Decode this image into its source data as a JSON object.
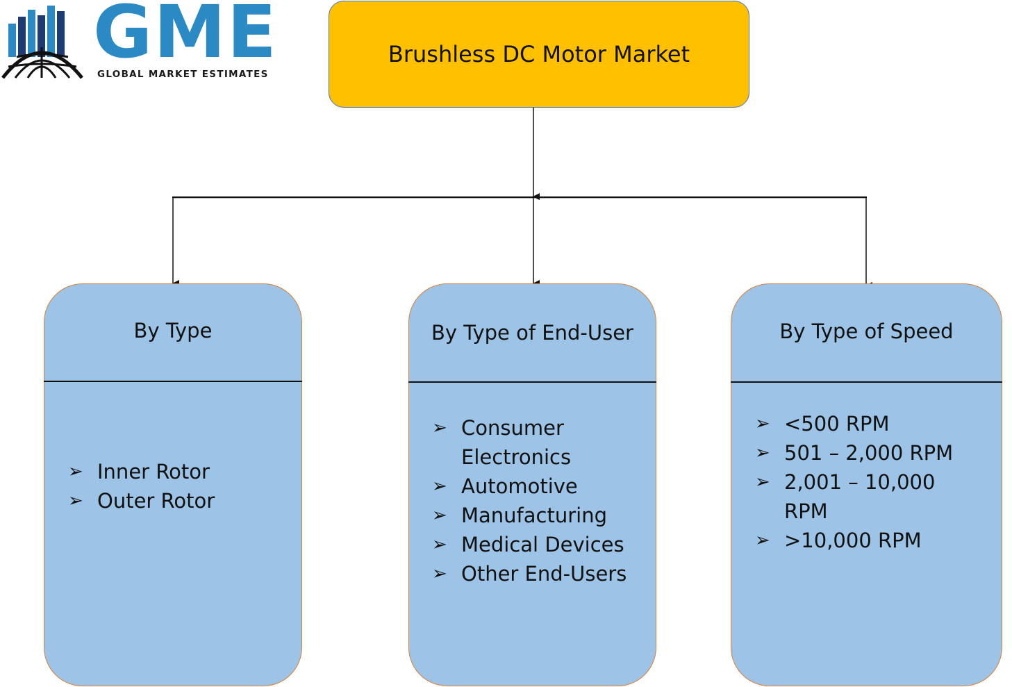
{
  "logo": {
    "letters": "GME",
    "tagline": "GLOBAL MARKET ESTIMATES",
    "icon": "globe-bar-chart-icon",
    "colors": {
      "primary": "#2b8ac4",
      "dark": "#1f3b73"
    }
  },
  "root": {
    "title": "Brushless DC Motor Market",
    "color": "#ffc000"
  },
  "bullet_icon": "arrowhead-bullet-icon",
  "categories": [
    {
      "title": "By Type",
      "items": [
        "Inner Rotor",
        "Outer Rotor"
      ]
    },
    {
      "title": "By Type of End-User",
      "items": [
        "Consumer Electronics",
        "Automotive",
        "Manufacturing",
        "Medical Devices",
        "Other End-Users"
      ]
    },
    {
      "title": "By Type of Speed",
      "items": [
        "<500 RPM",
        "501 – 2,000 RPM",
        "2,001 – 10,000 RPM",
        ">10,000 RPM"
      ]
    }
  ],
  "colors": {
    "box_fill": "#9dc3e6",
    "box_border": "#d9813a",
    "line": "#111111"
  }
}
